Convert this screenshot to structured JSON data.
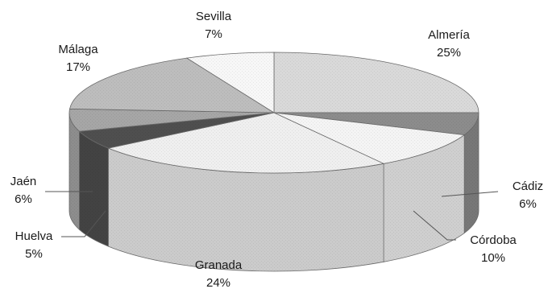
{
  "chart_data": {
    "type": "pie",
    "title": "",
    "style": "3d",
    "slices": [
      {
        "label": "Almería",
        "value": 25,
        "value_label": "25%",
        "color": "#d9d9d9"
      },
      {
        "label": "Cádiz",
        "value": 6,
        "value_label": "6%",
        "color": "#8c8c8c"
      },
      {
        "label": "Córdoba",
        "value": 10,
        "value_label": "10%",
        "color": "#f4f4f4"
      },
      {
        "label": "Granada",
        "value": 24,
        "value_label": "24%",
        "color": "#efefef"
      },
      {
        "label": "Huelva",
        "value": 5,
        "value_label": "5%",
        "color": "#4f4f4f"
      },
      {
        "label": "Jaén",
        "value": 6,
        "value_label": "6%",
        "color": "#a6a6a6"
      },
      {
        "label": "Málaga",
        "value": 17,
        "value_label": "17%",
        "color": "#bdbdbd"
      },
      {
        "label": "Sevilla",
        "value": 7,
        "value_label": "7%",
        "color": "#f7f7f7"
      }
    ]
  }
}
